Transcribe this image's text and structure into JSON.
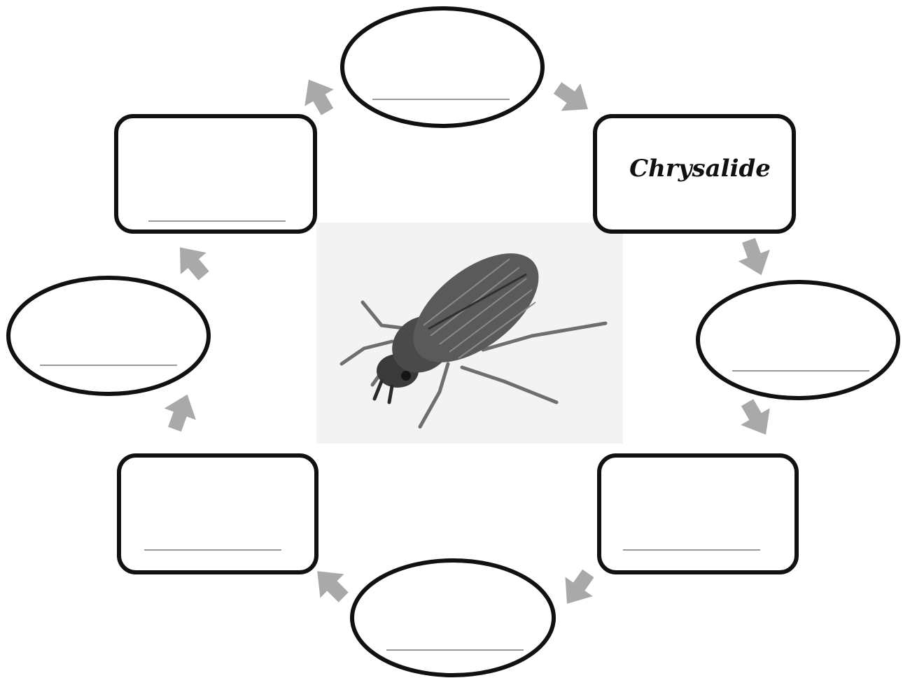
{
  "diagram": {
    "stages": [
      {
        "id": "top",
        "shape": "ellipse",
        "label": ""
      },
      {
        "id": "upper-right",
        "shape": "box",
        "label": "Chrysalide"
      },
      {
        "id": "mid-right",
        "shape": "ellipse",
        "label": ""
      },
      {
        "id": "lower-right",
        "shape": "box",
        "label": ""
      },
      {
        "id": "bottom",
        "shape": "ellipse",
        "label": ""
      },
      {
        "id": "lower-left",
        "shape": "box",
        "label": ""
      },
      {
        "id": "mid-left",
        "shape": "ellipse",
        "label": ""
      },
      {
        "id": "upper-left",
        "shape": "box",
        "label": ""
      }
    ],
    "center_image": "beetle-photo",
    "colors": {
      "outline": "#111111",
      "arrow": "#a9a9a9",
      "answer_line": "#9a9a9a",
      "photo_bg": "#f3f3f3"
    }
  }
}
